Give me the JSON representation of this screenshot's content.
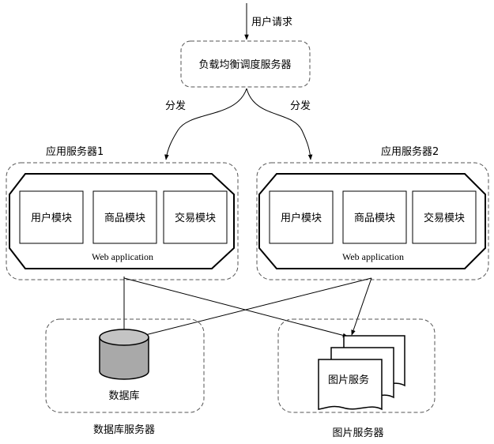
{
  "user_request": "用户请求",
  "load_balancer": "负载均衡调度服务器",
  "dispatch_left": "分发",
  "dispatch_right": "分发",
  "app_server_1": {
    "title": "应用服务器1",
    "modules": [
      "用户模块",
      "商品模块",
      "交易模块"
    ],
    "app_label": "Web application"
  },
  "app_server_2": {
    "title": "应用服务器2",
    "modules": [
      "用户模块",
      "商品模块",
      "交易模块"
    ],
    "app_label": "Web application"
  },
  "database": {
    "node_label": "数据库",
    "server_title": "数据库服务器"
  },
  "image_service": {
    "node_label": "图片服务",
    "server_title": "图片服务器"
  }
}
